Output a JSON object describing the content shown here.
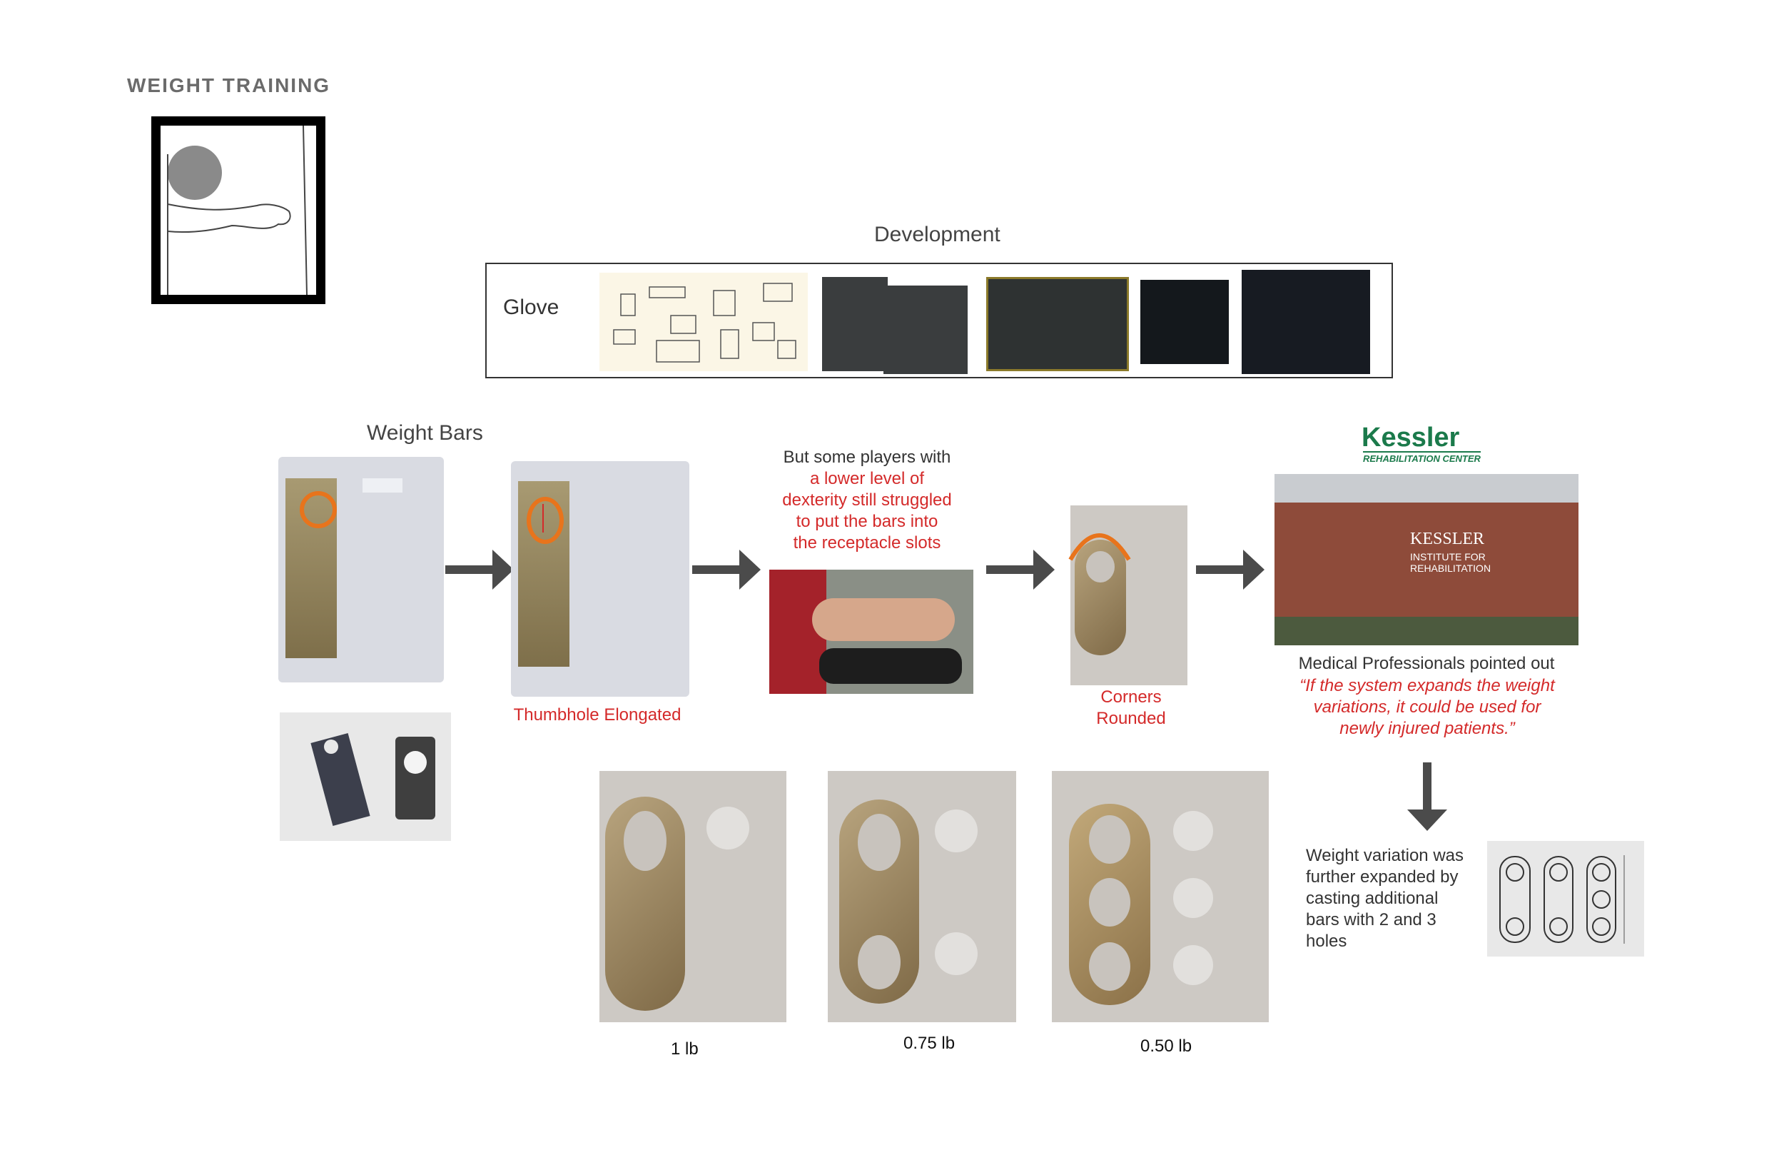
{
  "section": {
    "title": "WEIGHT TRAINING"
  },
  "development": {
    "heading": "Development",
    "glove_label": "Glove"
  },
  "weight_bars": {
    "heading": "Weight Bars",
    "thumbhole_caption": "Thumbhole Elongated",
    "struggle_text_1": "But some players with",
    "struggle_text_2": "a lower level of",
    "struggle_text_3": "dexterity still struggled",
    "struggle_text_4": "to put the bars into",
    "struggle_text_5": "the receptacle slots",
    "corners_caption_1": "Corners",
    "corners_caption_2": "Rounded"
  },
  "kessler": {
    "logo": "Kessler",
    "logo_sub": "REHABILITATION CENTER",
    "sign_1": "KESSLER",
    "sign_2": "INSTITUTE FOR",
    "sign_3": "REHABILITATION",
    "note": "Medical Professionals pointed out",
    "quote_1": "“If the system expands the weight",
    "quote_2": "variations, it could be used for",
    "quote_3": "newly injured patients.”"
  },
  "variation": {
    "text_1": "Weight variation was",
    "text_2": "further expanded by",
    "text_3": "casting additional",
    "text_4": "bars with 2 and 3",
    "text_5": "holes"
  },
  "weights": [
    {
      "label": "1 lb"
    },
    {
      "label": "0.75 lb"
    },
    {
      "label": "0.50 lb"
    }
  ],
  "colors": {
    "accent_red": "#d42a2a",
    "accent_orange": "#e8741c",
    "kessler_green": "#1b7a4b"
  }
}
